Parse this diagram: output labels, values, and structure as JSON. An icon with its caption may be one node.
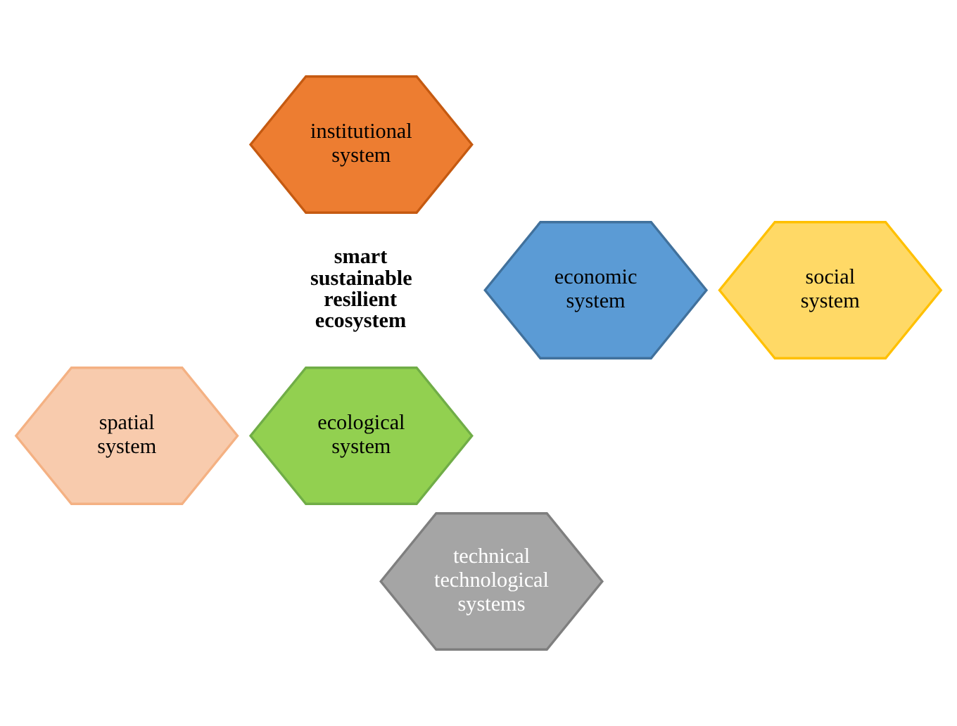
{
  "diagram": {
    "nodes": [
      {
        "text": [
          "institutional system"
        ]
      },
      {
        "text": [
          "economic system"
        ]
      },
      {
        "text": [
          "social system"
        ]
      },
      {
        "text": [
          "spatial system"
        ]
      },
      {
        "text": [
          "ecological system"
        ]
      },
      {
        "text": [
          "technical technological systems"
        ]
      }
    ],
    "labels": [
      "smart sustainable resilient ecosystem"
    ]
  }
}
